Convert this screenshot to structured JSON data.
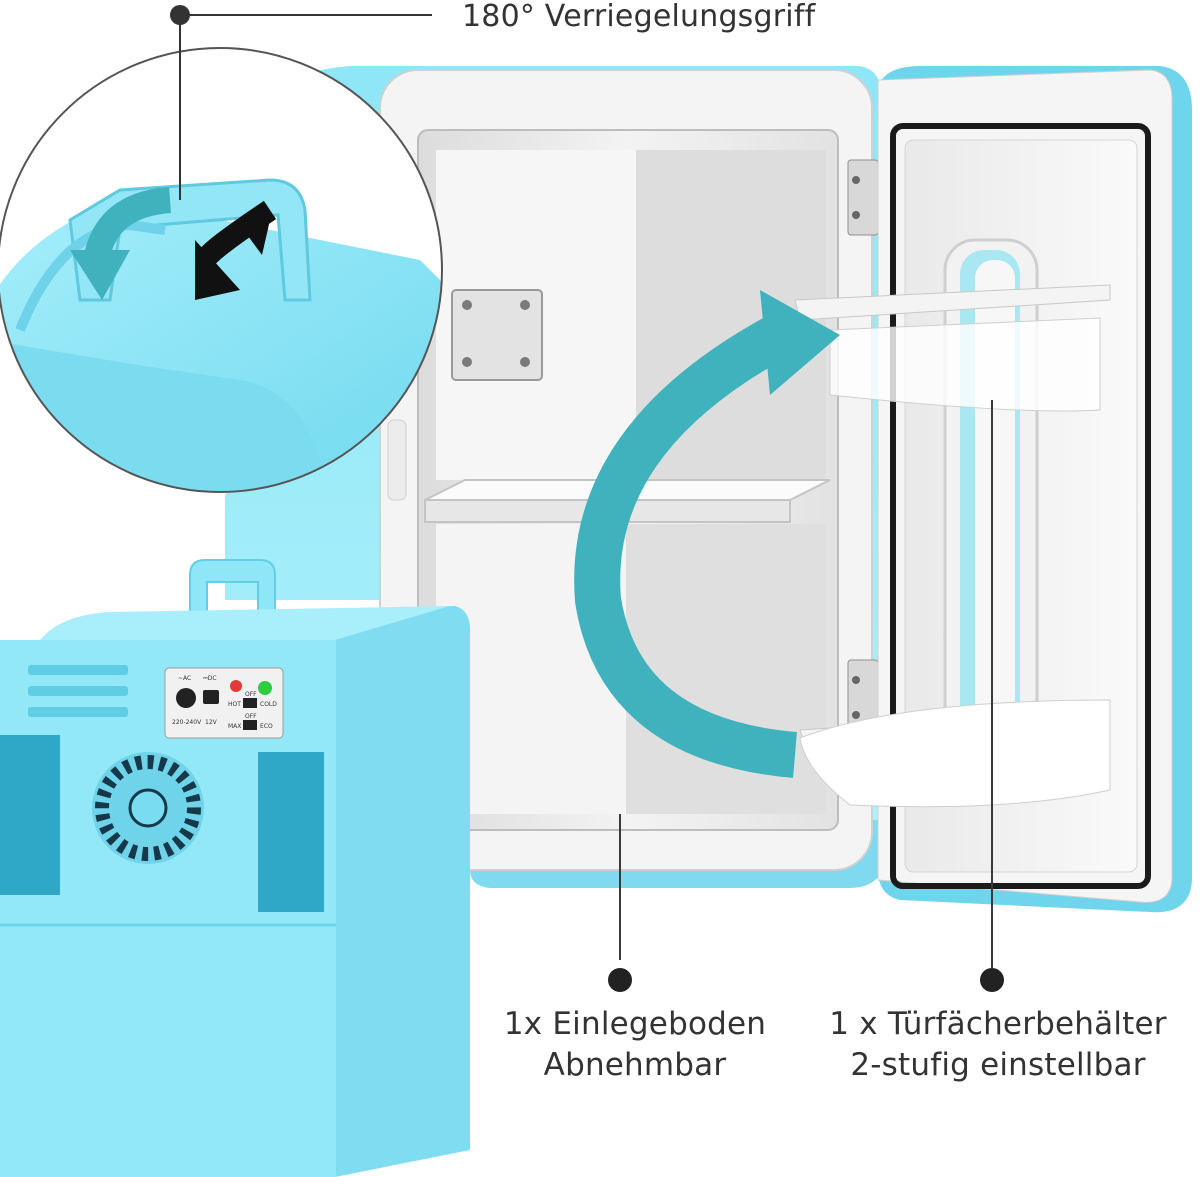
{
  "callouts": {
    "handle": "180° Verriegelungsgriff",
    "shelf_line1": "1x Einlegeboden",
    "shelf_line2": "Abnehmbar",
    "door_line1": "1 x Türfächerbehälter",
    "door_line2": "2-stufig einstellbar"
  },
  "panel": {
    "ac": "~AC",
    "dc": "⎓DC",
    "ac_volt": "220-240V",
    "dc_volt": "12V",
    "off1": "OFF",
    "hot": "HOT",
    "cold": "COLD",
    "off2": "OFF",
    "max": "MAX",
    "eco": "ECO"
  },
  "colors": {
    "body_blue": "#8ee6f6",
    "body_blue_dark": "#5fcfe6",
    "interior": "#eeeeee",
    "arrow_teal": "#3fb2bd",
    "text": "#333333"
  }
}
